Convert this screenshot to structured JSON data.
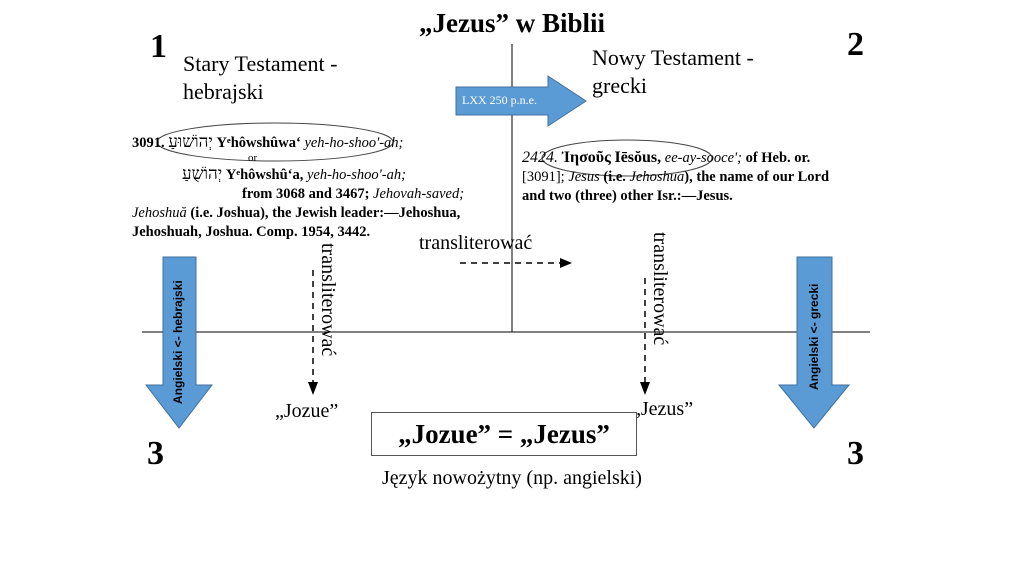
{
  "title": "„Jezus” w Biblii",
  "numbers": {
    "top_left": "1",
    "top_right": "2",
    "bottom_left": "3",
    "bottom_right": "3"
  },
  "old_testament": {
    "line1": "Stary Testament -",
    "line2": "hebrajski"
  },
  "new_testament": {
    "line1": "Nowy Testament -",
    "line2": "grecki"
  },
  "lxx_label": "LXX 250 p.n.e.",
  "hebrew_entry": {
    "number": "3091.",
    "hebrew1": "יְהוֹשׁוּעַ",
    "translit1": "Yᵉhôwshûwaʻ",
    "pron1": "yeh-ho-shoo'-ah;",
    "or": "or",
    "hebrew2": "יְהוֹשֻׁעַ",
    "translit2": "Yᵉhôwshûʻa,",
    "pron2": "yeh-ho-shoo'-ah;",
    "from": "from 3068 and 3467;",
    "meaning": "Jehovah-saved;",
    "line4a": "Jehoshuă",
    "line4b": " (i.e. Joshua), the Jewish leader:—Jehoshua,",
    "line5": "Jehoshuah, Joshua.  Comp. 1954, 3442."
  },
  "greek_entry": {
    "number": "2424.",
    "greek": "Ἰησοῦς",
    "translit": "Iēsŏus,",
    "pron": "ee-ay-sooce';",
    "rest1": " of Heb. or.",
    "line2a": "[3091];  ",
    "line2b": "Jesus",
    "line2c": " (i.e. ",
    "line2d": "Jehoshua",
    "line2e": "), the name of our Lord",
    "line3": "and two (three) other Isr.:—Jesus."
  },
  "transliterate_center": "transliterować",
  "transliterate_left": "transliterować",
  "transliterate_right": "transliterować",
  "arrow_left_label": "Angielski <- hebrajski",
  "arrow_right_label": "Angielski <- grecki",
  "name_left": "„Jozue”",
  "name_right": "„Jezus”",
  "equation": "„Jozue” = „Jezus”",
  "modern_language": "Język nowożytny (np. angielski)",
  "colors": {
    "arrow_fill": "#5b9bd5",
    "arrow_stroke": "#41719c",
    "line": "#000000"
  }
}
